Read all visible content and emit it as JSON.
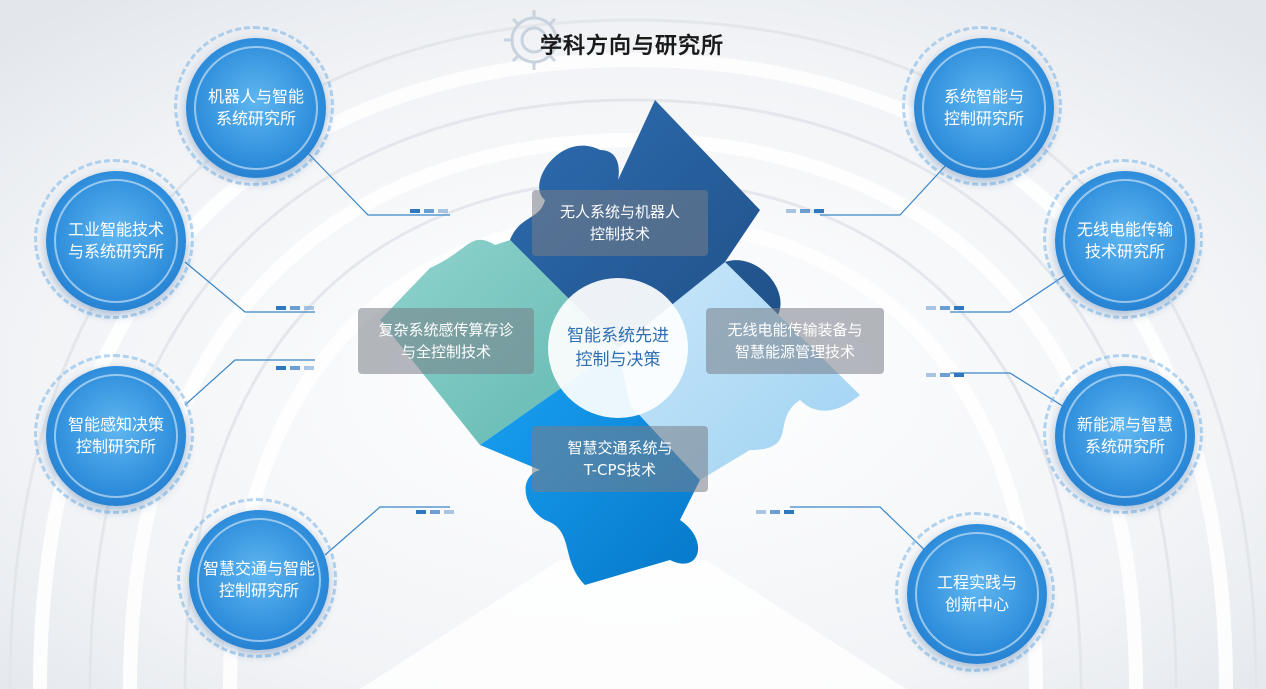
{
  "title": "学科方向与研究所",
  "center": "智能系统先进\n控制与决策",
  "directions": {
    "top": "无人系统与机器人\n控制技术",
    "left": "复杂系统感传算存诊\n与全控制技术",
    "right": "无线电能传输装备与\n智慧能源管理技术",
    "bottom": "智慧交通系统与\nT-CPS技术"
  },
  "institutes": {
    "left": [
      "机器人与智能\n系统研究所",
      "工业智能技术\n与系统研究所",
      "智能感知决策\n控制研究所",
      "智慧交通与智能\n控制研究所"
    ],
    "right": [
      "系统智能与\n控制研究所",
      "无线电能传输\n技术研究所",
      "新能源与智慧\n系统研究所",
      "工程实践与\n创新中心"
    ]
  },
  "colors": {
    "piece_top": "#2a66a8",
    "piece_left": "#7ccac4",
    "piece_right": "#b4ddf7",
    "piece_bottom": "#0d95ee",
    "node": "#2e8ddb",
    "connector": "#3a86c8"
  },
  "icons": [
    "gear-icon",
    "puzzle-icon"
  ]
}
